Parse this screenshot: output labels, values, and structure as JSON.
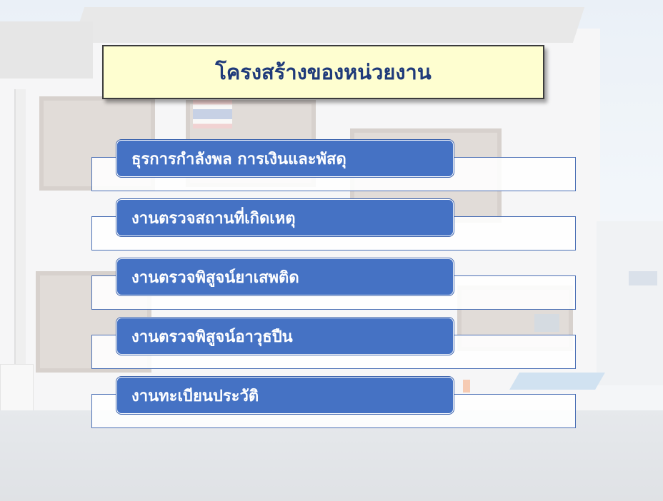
{
  "title": "โครงสร้างของหน่วยงาน",
  "units": [
    {
      "label": "ธุรการกำลังพล การเงินและพัสดุ"
    },
    {
      "label": "งานตรวจสถานที่เกิดเหตุ"
    },
    {
      "label": "งานตรวจพิสูจน์ยาเสพติด"
    },
    {
      "label": "งานตรวจพิสูจน์อาวุธปืน"
    },
    {
      "label": "งานทะเบียนประวัติ"
    }
  ],
  "colors": {
    "title_background": "#fefed0",
    "title_text": "#1f3a7a",
    "unit_fill": "#4572c4",
    "unit_text": "#ffffff"
  }
}
